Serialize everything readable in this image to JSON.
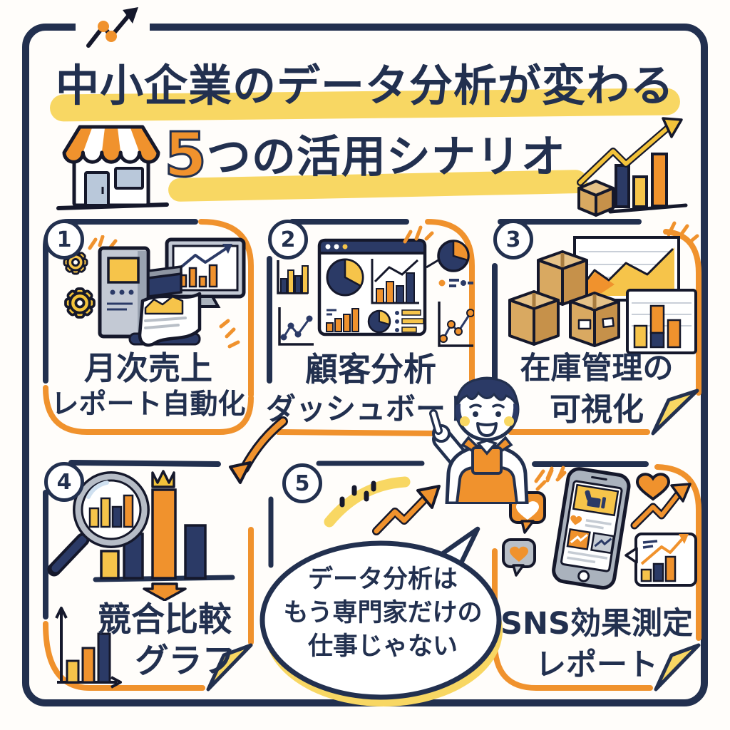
{
  "palette": {
    "navy": "#22304f",
    "orange": "#f0922d",
    "yellow": "#f6c44a",
    "highlight": "#f8d763",
    "box_tan": "#d9a961",
    "gray": "#aab2bd",
    "light_blue": "#b9c8da"
  },
  "header": {
    "title_line1": "中小企業のデータ分析が変わる",
    "scenario_count": "5",
    "title_line2_rest": "つの活用シナリオ",
    "decor_icons": [
      "trend-arrow-icon",
      "storefront-icon",
      "box-bar-chart-icon"
    ]
  },
  "panels": [
    {
      "number": "1",
      "label_line1": "月次売上",
      "label_line2": "レポート自動化",
      "icon": "report-automation-icon"
    },
    {
      "number": "2",
      "label_line1": "顧客分析",
      "label_line2": "ダッシュボード",
      "icon": "dashboard-icon"
    },
    {
      "number": "3",
      "label_line1": "在庫管理の",
      "label_line2": "可視化",
      "icon": "inventory-boxes-icon"
    },
    {
      "number": "4",
      "label_line1": "競合比較",
      "label_line2": "グラフ",
      "icon": "competitor-comparison-icon"
    },
    {
      "number": "5",
      "label_line1": "SNS効果測定",
      "label_line2": "レポート",
      "icon": "sns-report-icon"
    }
  ],
  "speech_bubble": {
    "line1": "データ分析は",
    "line2": "もう専門家だけの",
    "line3": "仕事じゃない",
    "speaker_icon": "shop-owner-character"
  }
}
